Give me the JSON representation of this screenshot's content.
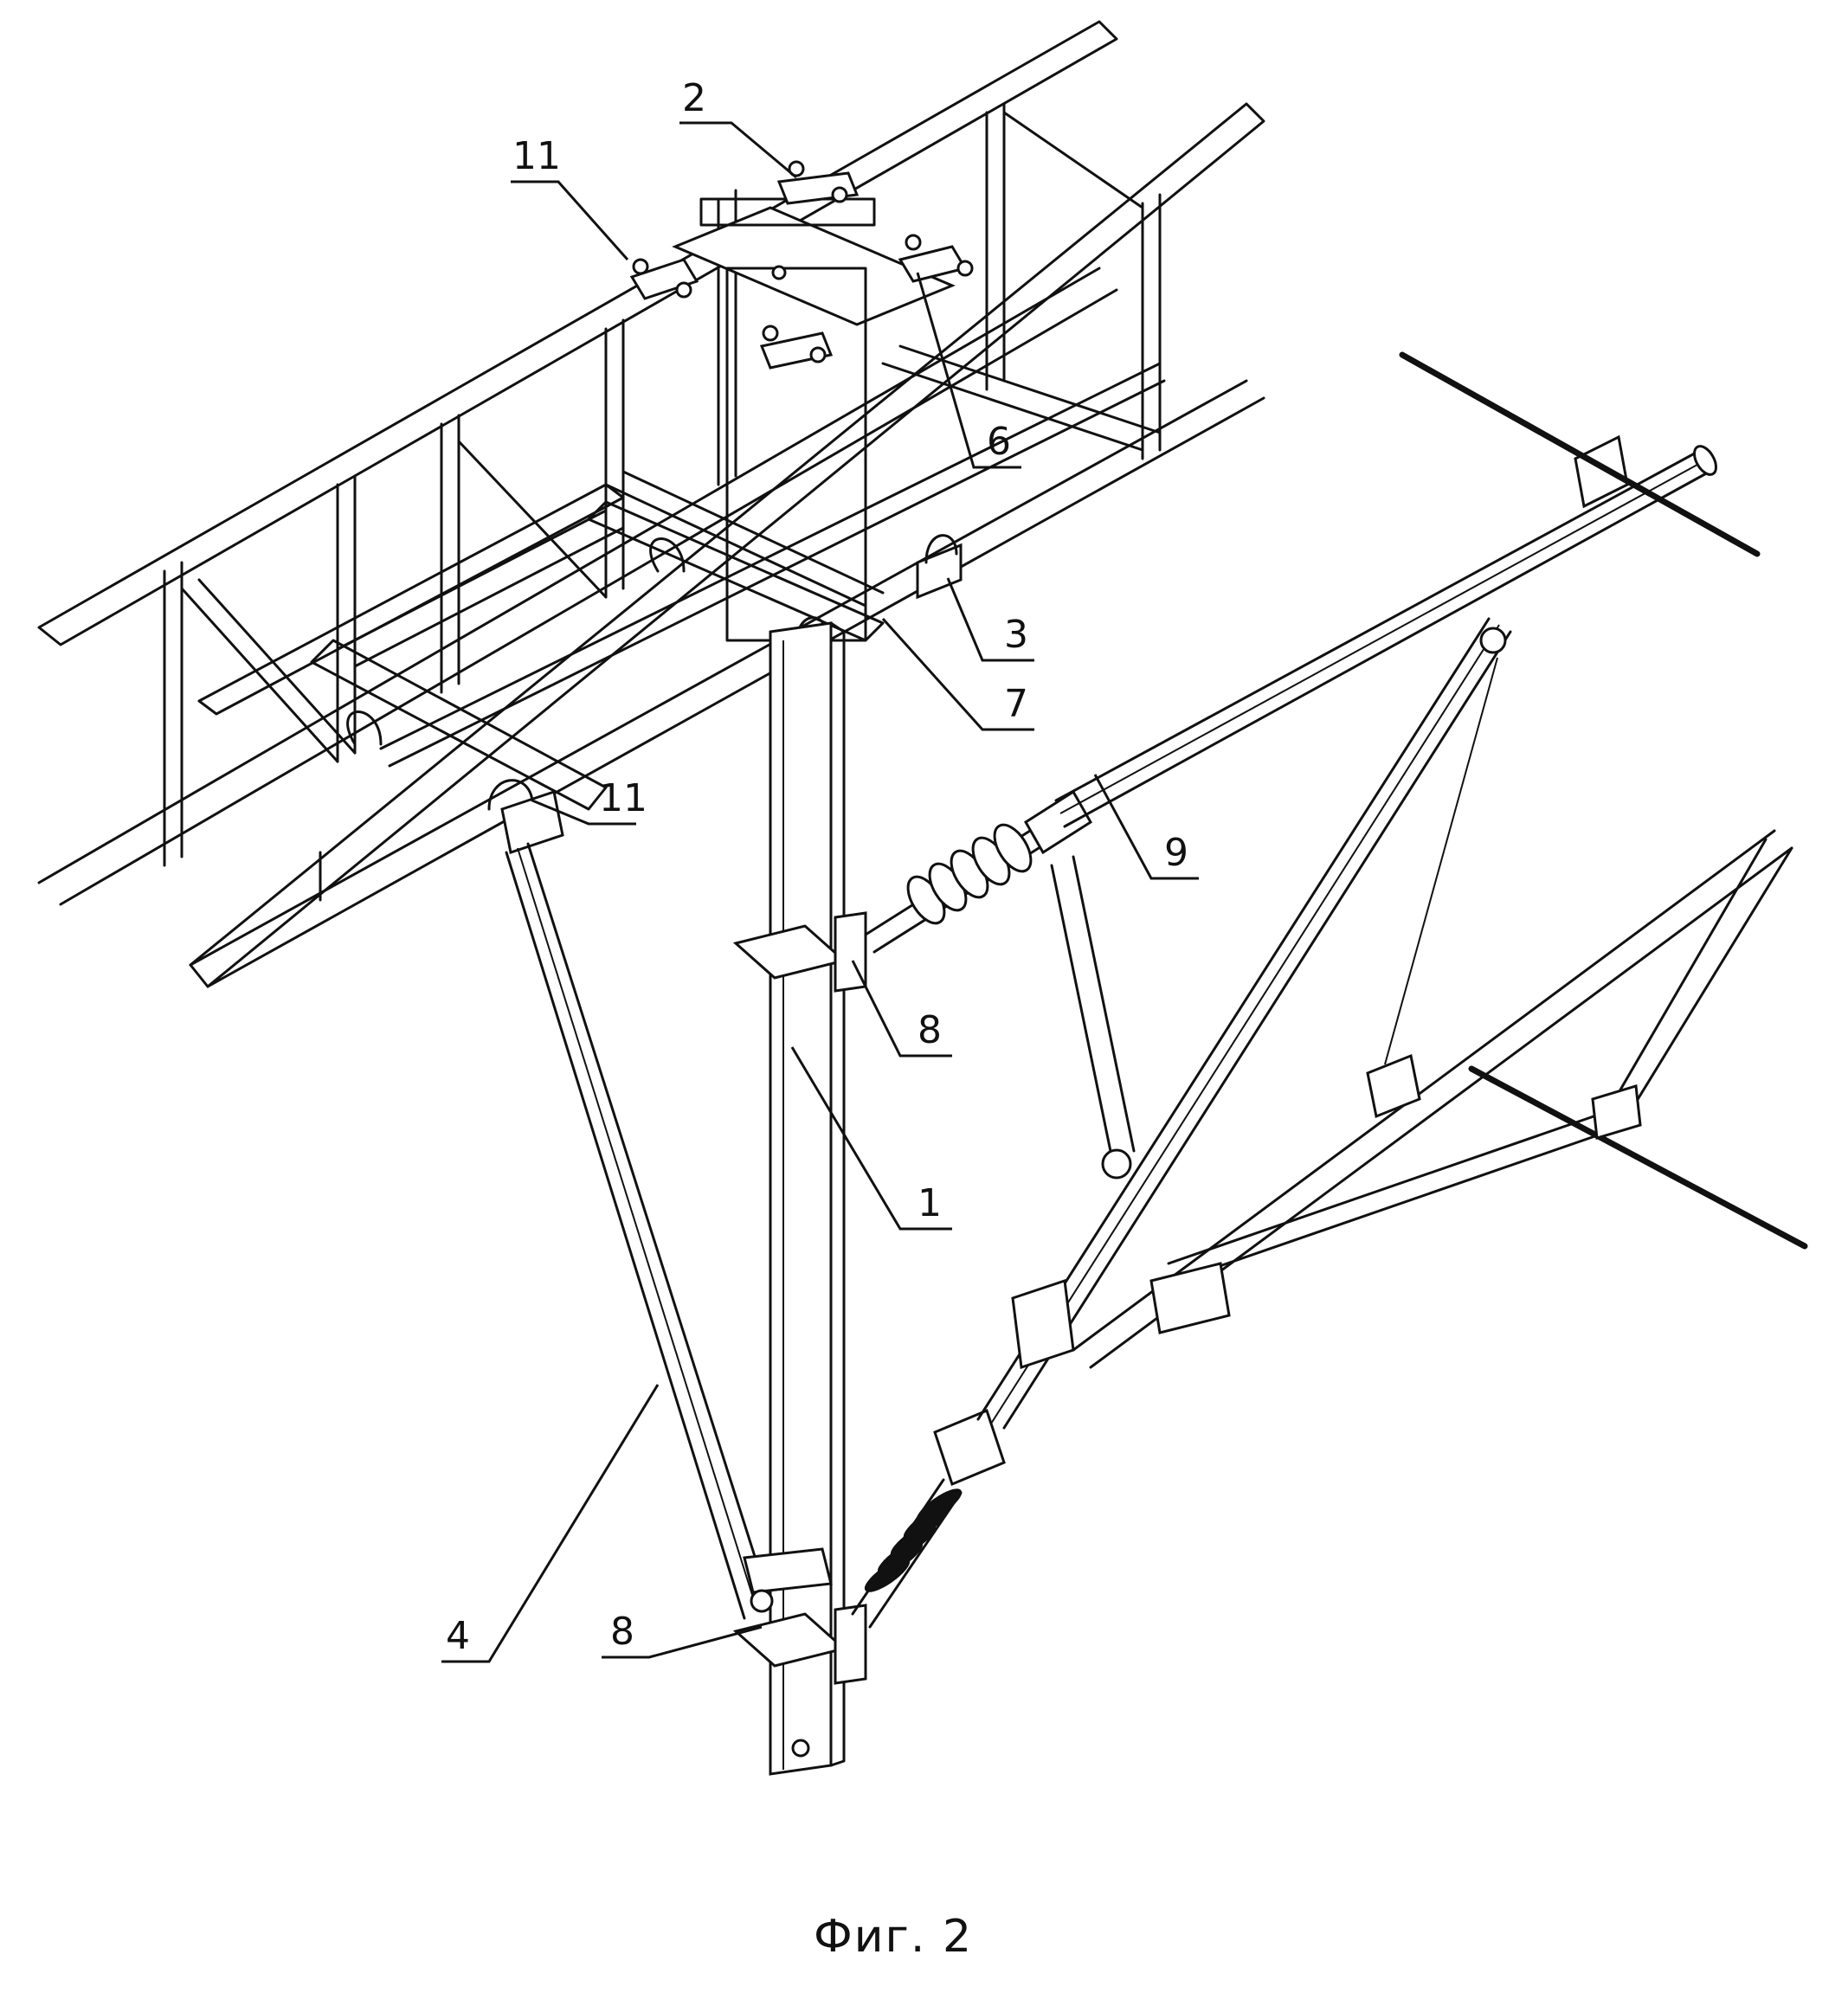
{
  "figure": {
    "caption": "Фиг. 2",
    "callouts": [
      {
        "id": "c2",
        "label": "2"
      },
      {
        "id": "c11a",
        "label": "11"
      },
      {
        "id": "c6",
        "label": "6"
      },
      {
        "id": "c3",
        "label": "3"
      },
      {
        "id": "c7",
        "label": "7"
      },
      {
        "id": "c11b",
        "label": "11"
      },
      {
        "id": "c9",
        "label": "9"
      },
      {
        "id": "c8a",
        "label": "8"
      },
      {
        "id": "c1",
        "label": "1"
      },
      {
        "id": "c4",
        "label": "4"
      },
      {
        "id": "c8b",
        "label": "8"
      }
    ]
  }
}
